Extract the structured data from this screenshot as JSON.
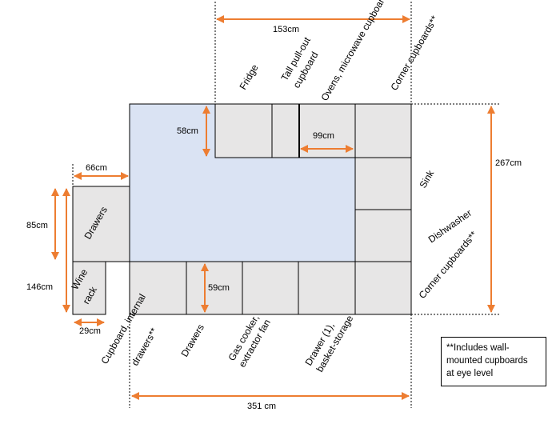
{
  "labels": {
    "fridge": "Fridge",
    "tall_pullout": [
      "Tall pull-out",
      "cupboard"
    ],
    "ovens": "Ovens, microwave cupboard",
    "corner_top": "Corner cupboards**",
    "sink": "Sink",
    "dishwasher": "Dishwasher",
    "corner_right": "Corner cupboards**",
    "drawers_left": "Drawers",
    "wine_rack": [
      "Wine",
      "rack"
    ],
    "cupboard_internal": [
      "Cupboard, internal",
      "drawers**"
    ],
    "drawers_bottom": "Drawers",
    "gas_cooker": [
      "Gas cooker,",
      "extractor fan"
    ],
    "drawer_basket": [
      "Drawer (1),",
      "basket-storage"
    ]
  },
  "dimensions": {
    "top_width": "153cm",
    "upper_depth": "58cm",
    "ovens_width": "99cm",
    "right_height": "267cm",
    "left_width": "66cm",
    "left_height_upper": "85cm",
    "left_height_total": "146cm",
    "lower_depth": "59cm",
    "wine_width": "29cm",
    "bottom_width": "351 cm"
  },
  "note": {
    "lines": [
      "**Includes wall-",
      "mounted cupboards",
      "at eye level"
    ]
  },
  "colors": {
    "floor": "#dae3f3",
    "unit": "#e7e6e6",
    "arrow": "#ed7d31",
    "line": "#000000"
  }
}
